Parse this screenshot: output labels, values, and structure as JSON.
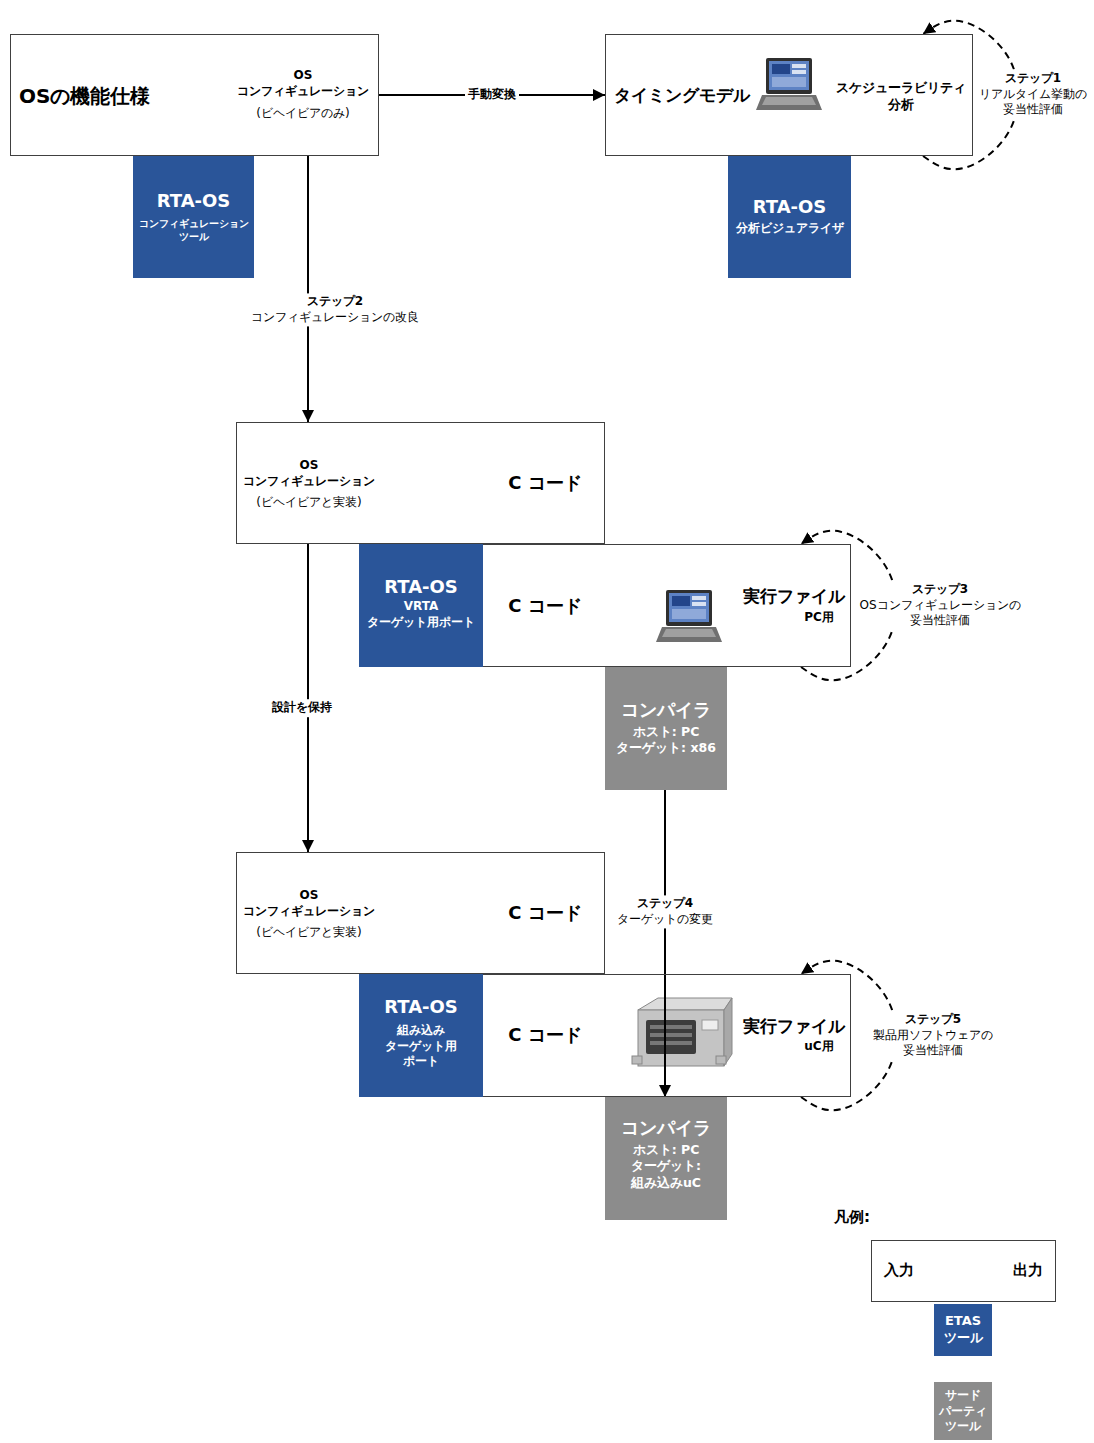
{
  "diagram": {
    "nodes": [
      {
        "text": [
          "OSの機能仕様",
          "OS コンフィギュレーション",
          "(ビヘイビアのみ)"
        ]
      },
      {
        "text": [
          "タイミングモデル",
          "スケジューラビリティ 分析"
        ]
      },
      {
        "text": [
          "RTA-OS",
          "コンフィギュレーション ツール"
        ]
      },
      {
        "text": [
          "RTA-OS",
          "分析ビジュアライザ"
        ]
      },
      {
        "text": [
          "OS コンフィギュレーション",
          "(ビヘイビアと実装)",
          "C コード"
        ]
      },
      {
        "text": [
          "C コード",
          "実行ファイル",
          "PC用"
        ]
      },
      {
        "text": [
          "RTA-OS",
          "VRTA ターゲット用ポート"
        ],
        "in": 5
      },
      {
        "text": [
          "コンパイラ",
          "ホスト: PC ターゲット: x86"
        ]
      },
      {
        "text": [
          "OS コンフィギュレーション",
          "(ビヘイビアと実装)",
          "C コード"
        ]
      },
      {
        "text": [
          "C コード",
          "実行ファイル",
          "uC用"
        ]
      },
      {
        "text": [
          "RTA-OS",
          "組み込み ターゲット用 ポート"
        ],
        "in": 9
      },
      {
        "text": [
          "コンパイラ",
          "ホスト: PC ターゲット: 組み込みuC"
        ]
      }
    ],
    "edges": [
      {
        "from": 0,
        "to": 1,
        "arrow": "to",
        "label": "手動変換"
      },
      {
        "from": 1,
        "to": 1,
        "arrow": "to",
        "label": "ステップ1 リアルタイム挙動の 妥当性評価"
      },
      {
        "from": 0,
        "to": 4,
        "arrow": "to",
        "label": "ステップ2 コンフィギュレーションの改良"
      },
      {
        "from": 5,
        "to": 5,
        "arrow": "to",
        "label": "ステップ3 OSコンフィギュレーションの 妥当性評価"
      },
      {
        "from": 4,
        "to": 8,
        "arrow": "to",
        "label": "設計を保持"
      },
      {
        "from": 7,
        "to": 11,
        "arrow": "to",
        "label": "ステップ4 ターゲットの変更"
      },
      {
        "from": 9,
        "to": 9,
        "arrow": "to",
        "label": "ステップ5 製品用ソフトウェアの 妥当性評価"
      }
    ],
    "labels": [
      "凡例:",
      "入力",
      "出力"
    ],
    "legend": [
      {
        "text": "ETAS ツール",
        "color": "#2a5599"
      },
      {
        "text": "サード パーティ ツール",
        "color": "#8c8c8c"
      }
    ]
  }
}
